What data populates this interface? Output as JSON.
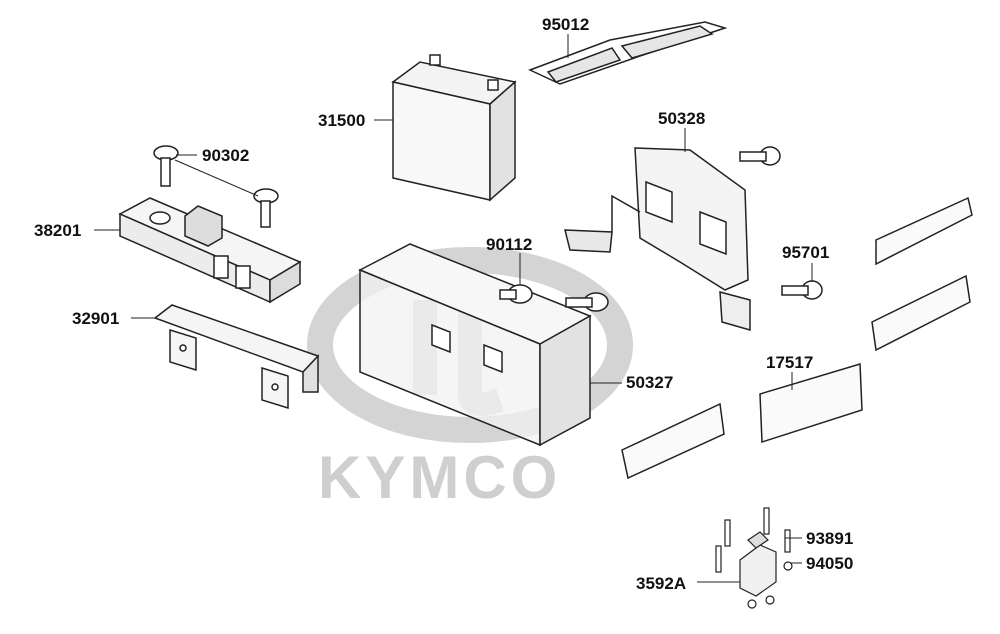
{
  "watermark": {
    "brand": "KYMCO"
  },
  "parts": {
    "p95012": "95012",
    "p31500": "31500",
    "p50328": "50328",
    "p90302": "90302",
    "p38201": "38201",
    "p90112": "90112",
    "p95701": "95701",
    "p32901": "32901",
    "p50327": "50327",
    "p17517": "17517",
    "p93891": "93891",
    "p94050": "94050",
    "p3592A": "3592A"
  }
}
